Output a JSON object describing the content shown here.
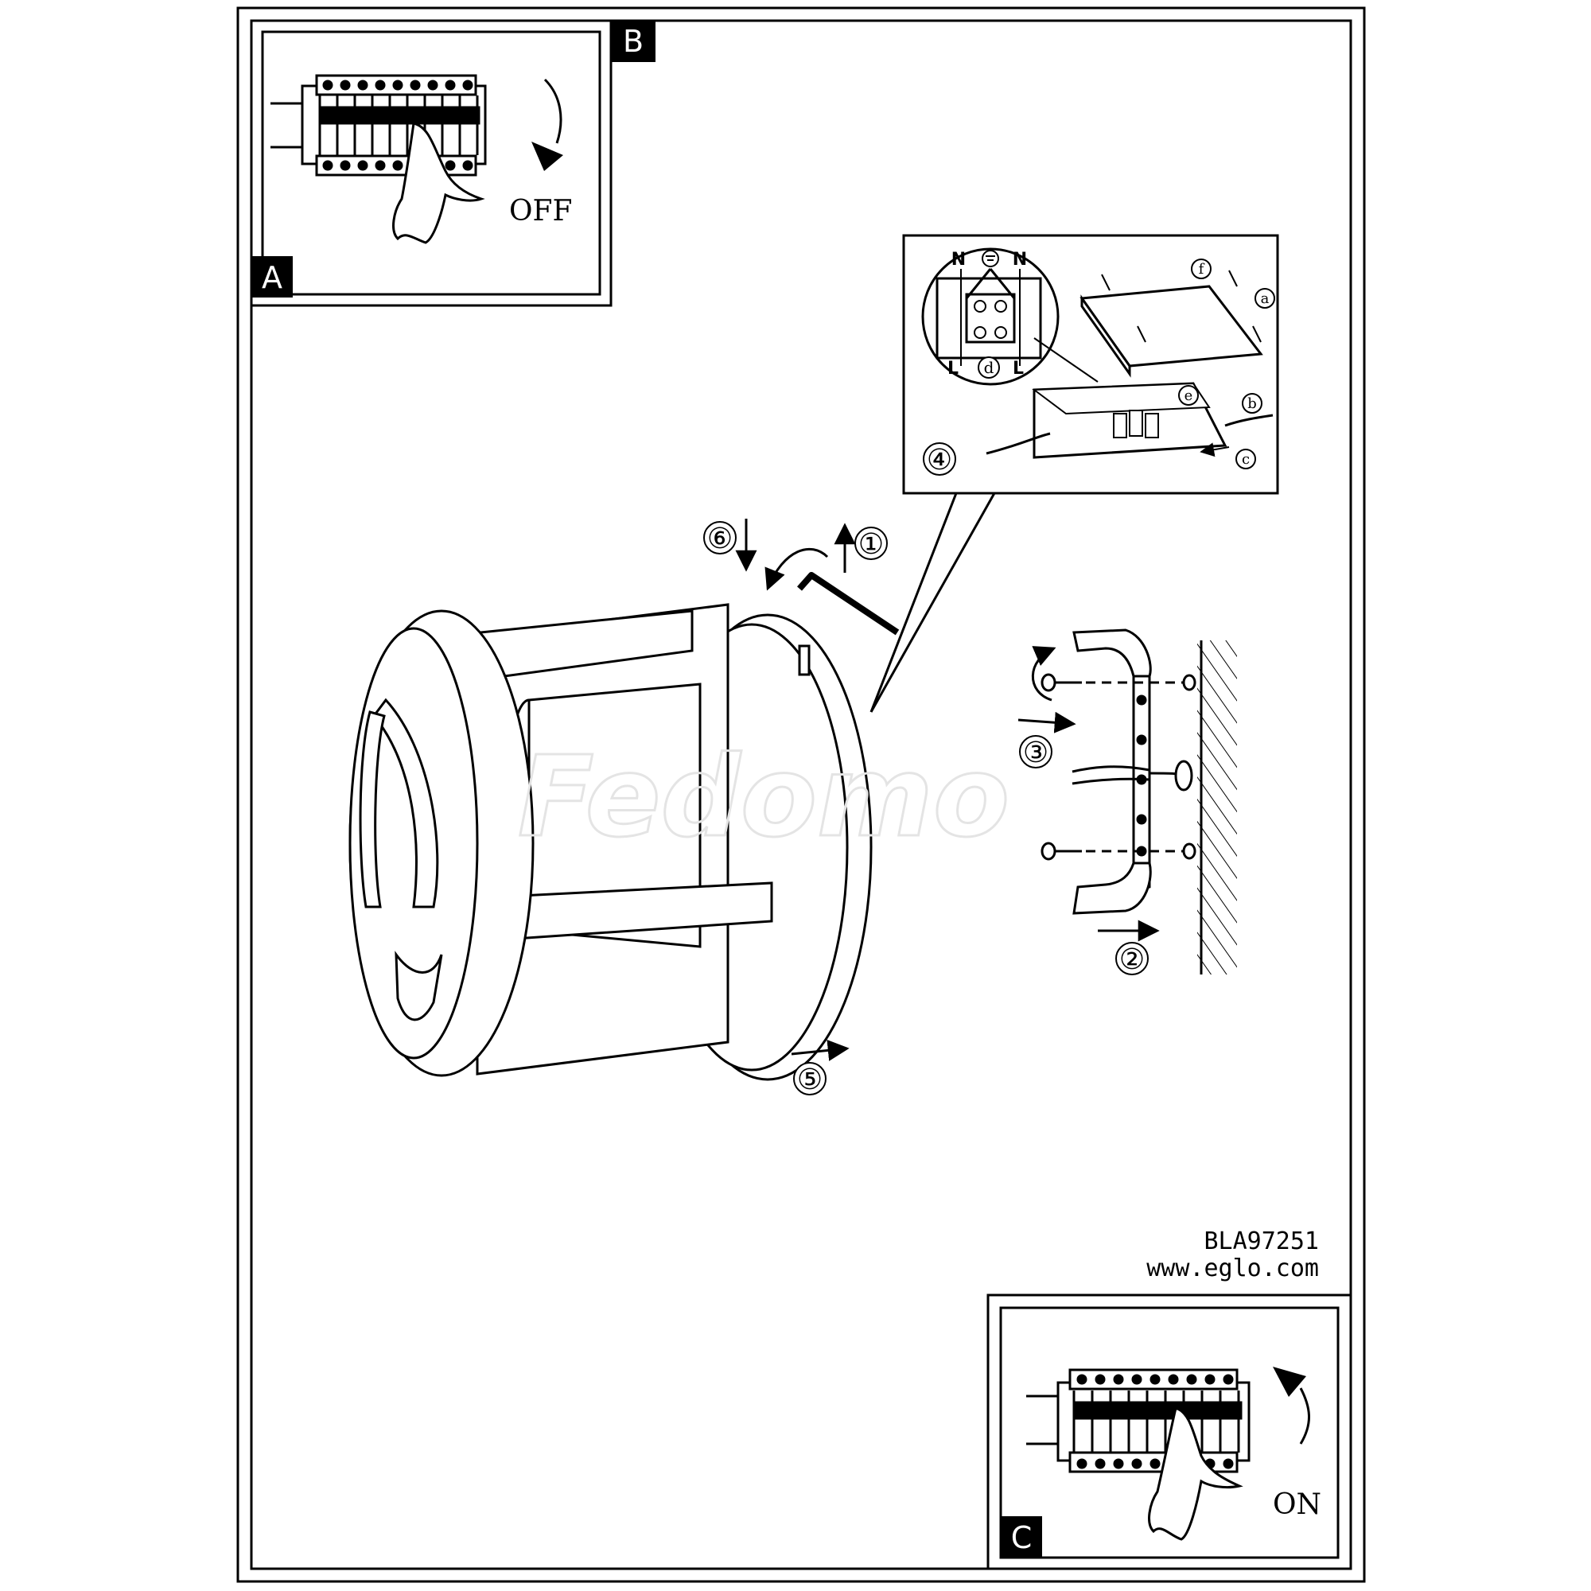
{
  "panels": {
    "a": {
      "badge": "A",
      "switch_label": "OFF"
    },
    "b": {
      "badge": "B"
    },
    "c": {
      "badge": "C",
      "switch_label": "ON"
    }
  },
  "wiring": {
    "terminal_top_left": "N",
    "terminal_top_right": "N",
    "terminal_bottom_left": "L",
    "terminal_bottom_right": "L",
    "callouts": [
      "a",
      "b",
      "c",
      "d",
      "e",
      "f"
    ]
  },
  "steps": [
    "①",
    "②",
    "③",
    "④",
    "⑤",
    "⑥"
  ],
  "watermark": "Fedomo",
  "footer": {
    "model": "BLA97251",
    "website": "www.eglo.com"
  }
}
